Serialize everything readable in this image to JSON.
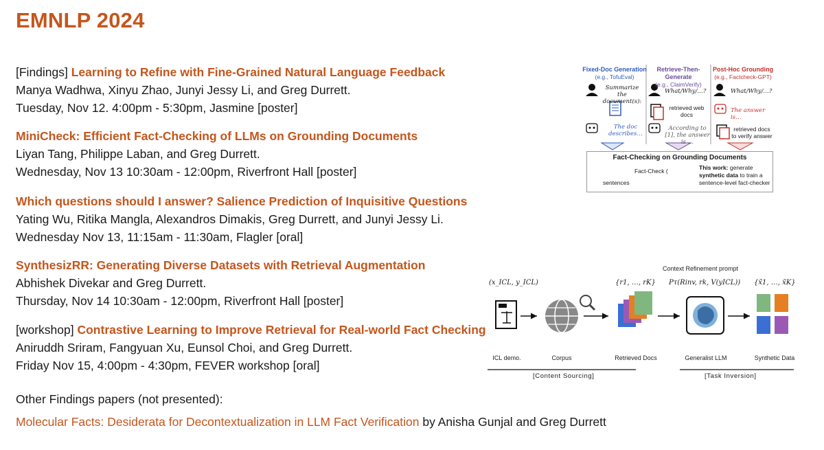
{
  "heading": "EMNLP 2024",
  "papers": [
    {
      "tag": "[Findings] ",
      "title": "Learning to Refine with Fine-Grained Natural Language Feedback",
      "authors": "Manya Wadhwa, Xinyu Zhao, Junyi Jessy Li, and Greg Durrett.",
      "when": "Tuesday, Nov 12. 4:00pm - 5:30pm, Jasmine [poster]"
    },
    {
      "tag": "",
      "title": "MiniCheck: Efficient Fact-Checking of LLMs on Grounding Documents",
      "authors": "Liyan Tang, Philippe Laban, and Greg Durrett.",
      "when": "Wednesday, Nov 13 10:30am - 12:00pm, Riverfront Hall [poster]"
    },
    {
      "tag": "",
      "title": "Which questions should I answer? Salience Prediction of Inquisitive Questions",
      "authors": "Yating Wu, Ritika Mangla, Alexandros Dimakis, Greg Durrett, and Junyi Jessy Li.",
      "when": "Wednesday Nov 13, 11:15am - 11:30am, Flagler [oral]"
    },
    {
      "tag": "",
      "title": "SynthesizRR: Generating Diverse Datasets with Retrieval Augmentation",
      "authors": "Abhishek Divekar and Greg Durrett.",
      "when": "Thursday, Nov 14 10:30am - 12:00pm, Riverfront Hall [poster]"
    },
    {
      "tag": "[workshop] ",
      "title": "Contrastive Learning to Improve Retrieval for Real-world Fact Checking",
      "authors": "Aniruddh Sriram, Fangyuan Xu, Eunsol Choi, and Greg Durrett.",
      "when": "Friday Nov 15, 4:00pm - 4:30pm, FEVER workshop [oral]"
    }
  ],
  "other_label": "Other Findings papers (not presented):",
  "other_paper": {
    "title": "Molecular Facts: Desiderata for Decontextualization in LLM Fact Verification",
    "rest": " by Anisha Gunjal and Greg Durrett"
  },
  "fig1": {
    "col1_title": "Fixed-Doc Generation",
    "col1_sub": "(e.g., TofuEval)",
    "col2_title": "Retrieve-Then-Generate",
    "col2_sub": "(e.g., ClaimVerify)",
    "col3_title": "Post-Hoc Grounding",
    "col3_sub": "(e.g., Factcheck-GPT)",
    "q1": "Summarize the document(s):",
    "a1": "The doc describes…",
    "q2": "What/Why/…?",
    "r2": "retrieved web docs",
    "a2": "According to [1], the answer is …",
    "q3": "What/Why/…?",
    "a3": "The answer is…",
    "r3": "retrieved docs to verify answer",
    "box_title": "Fact-Checking on Grounding Documents",
    "sentences": "sentences",
    "fact_check": "Fact-Check (",
    "this_work_bold": "This work:",
    "this_work_1": " generate",
    "this_work_2_bold": "synthetic data",
    "this_work_2": " to train a",
    "this_work_3": "sentence-level fact-checker"
  },
  "fig2": {
    "context_prompt": "Context Refinement prompt",
    "icl_math": "(x_ICL, y_ICL)",
    "r_math": "{r1, …, rK}",
    "p_math": "Pτ(Rinv, rk, V(yICL))",
    "x_math": "{x̃1, …, x̃K}",
    "labels": [
      "ICL demo.",
      "Corpus",
      "Retrieved Docs",
      "Generalist LLM",
      "Synthetic Data"
    ],
    "section1": "[Content Sourcing]",
    "section2": "[Task Inversion]"
  },
  "colors": {
    "accent": "#c4561d",
    "blue": "#2f5bbf",
    "purple": "#6b4c9a",
    "red": "#c4302b"
  }
}
